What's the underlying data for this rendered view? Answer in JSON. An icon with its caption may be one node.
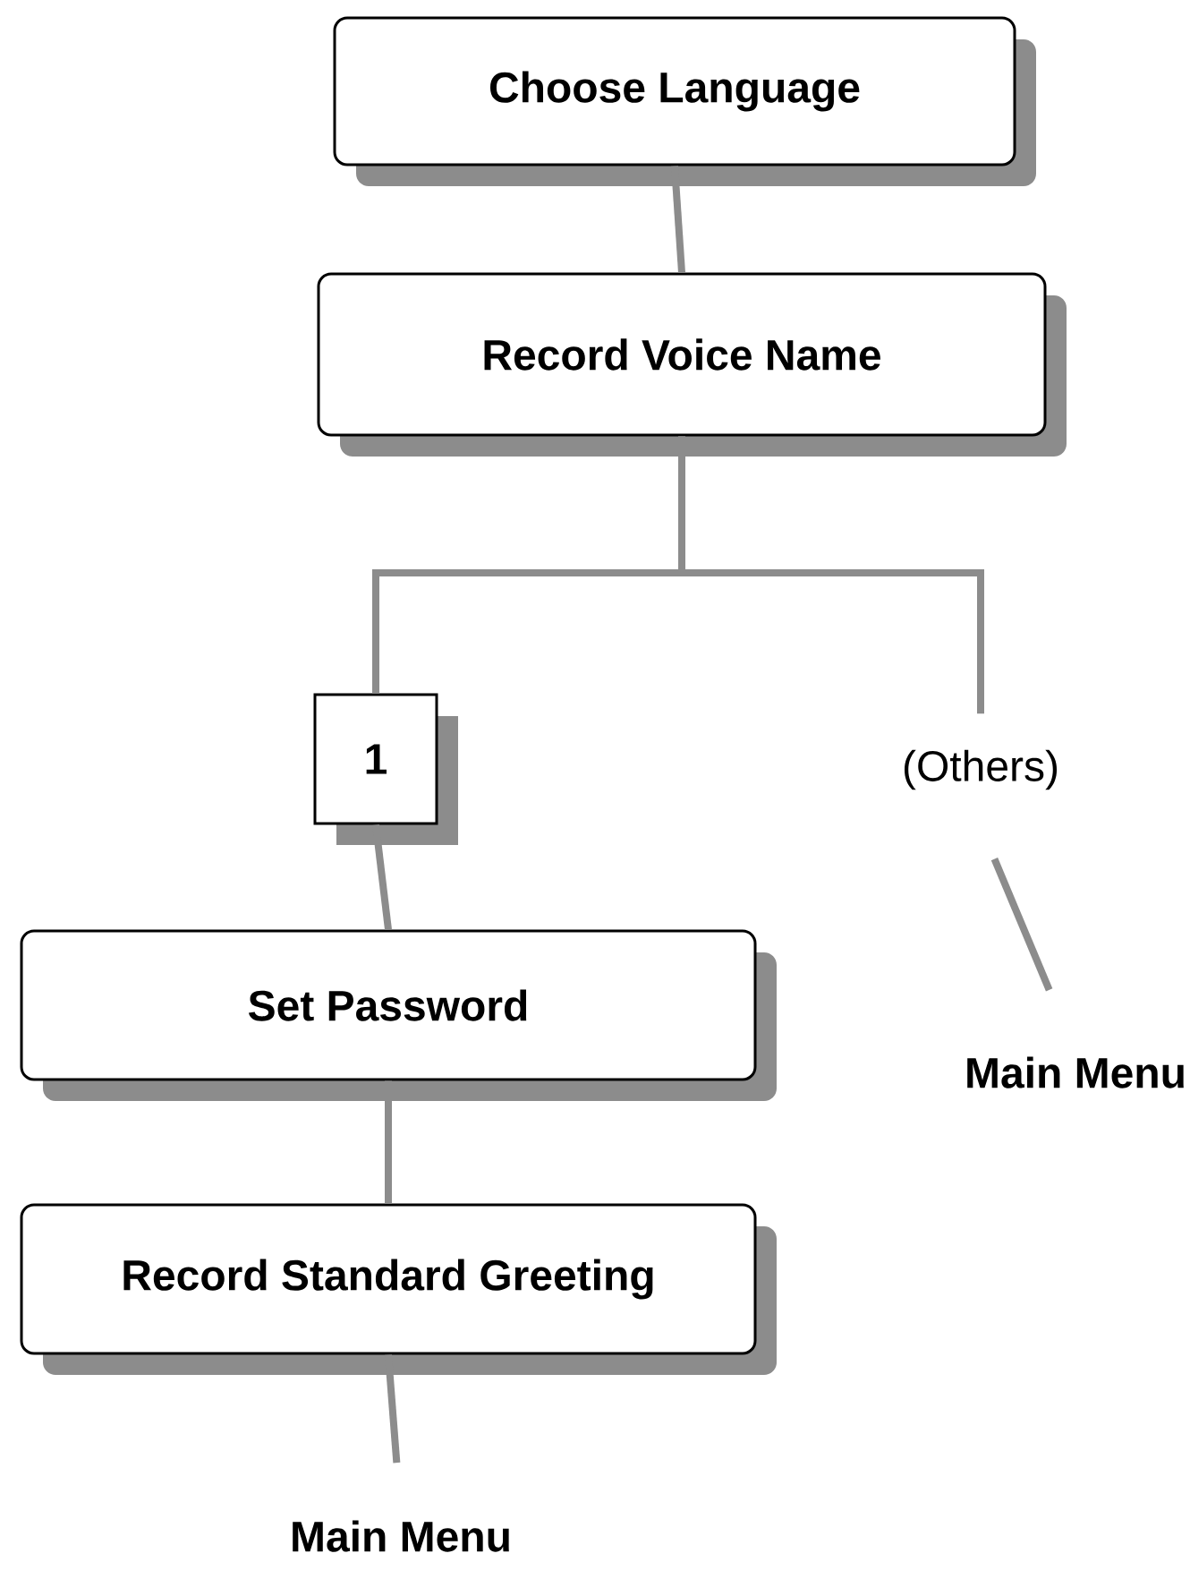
{
  "diagram": {
    "nodes": [
      {
        "text": [
          "Choose Language"
        ]
      },
      {
        "text": [
          "Record Voice Name"
        ]
      },
      {
        "text": [
          "1"
        ]
      },
      {
        "text": [
          "(Others)"
        ]
      },
      {
        "text": [
          "Set Password"
        ]
      },
      {
        "text": [
          "Record Standard Greeting"
        ]
      },
      {
        "text": [
          "Main Menu"
        ]
      },
      {
        "text": [
          "Main Menu"
        ]
      }
    ],
    "edges": [
      {
        "from": 0,
        "to": 1,
        "arrow": "none"
      },
      {
        "from": 1,
        "to": 2,
        "arrow": "none"
      },
      {
        "from": 1,
        "to": 3,
        "arrow": "none"
      },
      {
        "from": 2,
        "to": 4,
        "arrow": "none"
      },
      {
        "from": 4,
        "to": 5,
        "arrow": "none"
      },
      {
        "from": 5,
        "to": 6,
        "arrow": "none"
      },
      {
        "from": 3,
        "to": 7,
        "arrow": "none"
      }
    ]
  }
}
